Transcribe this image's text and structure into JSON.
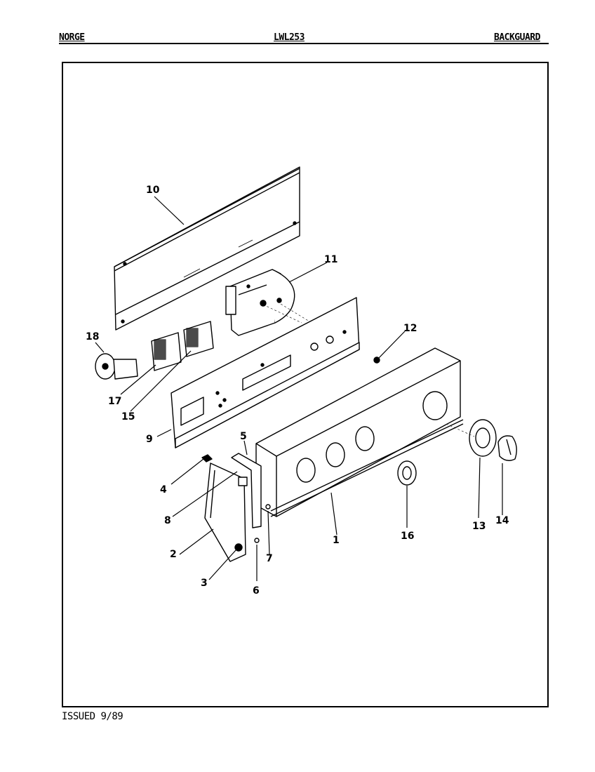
{
  "header": {
    "brand": "NORGE",
    "model": "LWL253",
    "section": "BACKGUARD"
  },
  "footer": {
    "issued": "ISSUED 9/89"
  },
  "callouts": [
    "1",
    "2",
    "3",
    "4",
    "5",
    "6",
    "7",
    "8",
    "9",
    "10",
    "11",
    "12",
    "13",
    "14",
    "15",
    "16",
    "17",
    "18"
  ]
}
